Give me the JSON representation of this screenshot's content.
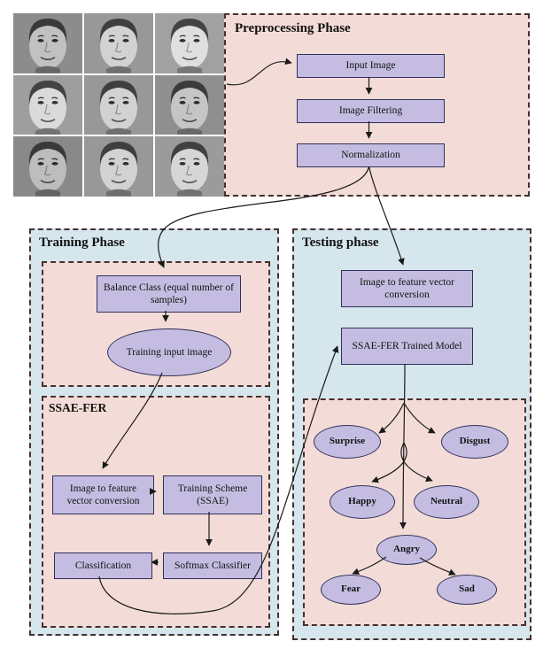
{
  "preprocessing": {
    "title": "Preprocessing Phase",
    "input_image": "Input Image",
    "image_filtering": "Image Filtering",
    "normalization": "Normalization"
  },
  "training": {
    "title": "Training Phase",
    "balance_class": "Balance Class (equal number of samples)",
    "training_input": "Training input image",
    "ssae_label": "SSAE-FER",
    "feature_conversion": "Image  to feature vector conversion",
    "training_scheme": "Training Scheme (SSAE)",
    "softmax": "Softmax Classifier",
    "classification": "Classification"
  },
  "testing": {
    "title": "Testing phase",
    "feature_conversion": "Image to feature vector conversion",
    "trained_model": "SSAE-FER Trained Model",
    "emotions": [
      "Surprise",
      "Disgust",
      "Happy",
      "Neutral",
      "Angry",
      "Fear",
      "Sad"
    ]
  },
  "colors": {
    "phase_blue": "#d5e6ed",
    "phase_pink": "#f3dcd7",
    "node_purple": "#c5bde1",
    "dashed_border": "#472f2f",
    "arrow": "#1a1a1a"
  }
}
